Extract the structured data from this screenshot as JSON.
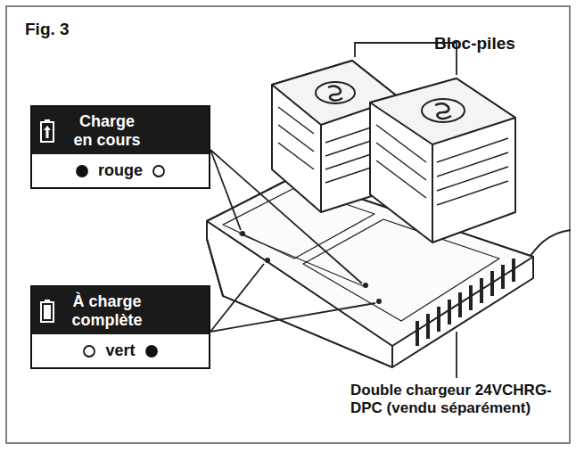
{
  "diagram": {
    "title": "Fig. 3",
    "nodes": [
      {
        "text": [
          "Charge en cours",
          "rouge"
        ]
      },
      {
        "text": [
          "À charge complète",
          "vert"
        ]
      }
    ],
    "labels": [
      "Bloc-piles",
      "Double chargeur 24VCHRG-DPC (vendu séparément)"
    ]
  }
}
